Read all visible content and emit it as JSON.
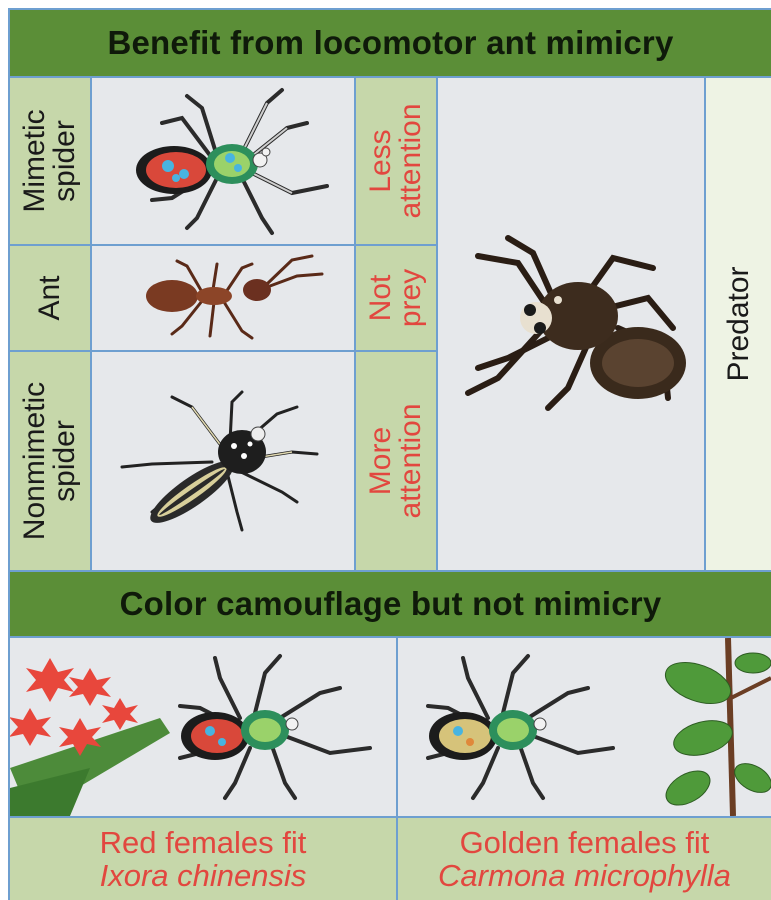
{
  "title_top": "Benefit from locomotor ant mimicry",
  "rows": [
    {
      "label_lines": [
        "Mimetic",
        "spider"
      ],
      "response_lines": [
        "Less",
        "attention"
      ]
    },
    {
      "label_lines": [
        "Ant"
      ],
      "response_lines": [
        "Not",
        "prey"
      ]
    },
    {
      "label_lines": [
        "Nonmimetic",
        "spider"
      ],
      "response_lines": [
        "More",
        "attention"
      ]
    }
  ],
  "predator_label": "Predator",
  "title_bottom": "Color camouflage but not mimicry",
  "captions": [
    {
      "line1": "Red females fit",
      "line2": "Ixora chinensis"
    },
    {
      "line1": "Golden females fit",
      "line2": "Carmona microphylla"
    }
  ],
  "colors": {
    "header": "#5b8e37",
    "label_bg": "#c6d7aa",
    "image_bg": "#e6e8eb",
    "grid": "#6e9fd0",
    "response_text": "#e2473f"
  },
  "icons": [
    "mimetic-spider-illustration",
    "ant-illustration",
    "nonmimetic-spider-illustration",
    "predator-spider-illustration",
    "red-flower-illustration",
    "leafy-branch-illustration"
  ]
}
